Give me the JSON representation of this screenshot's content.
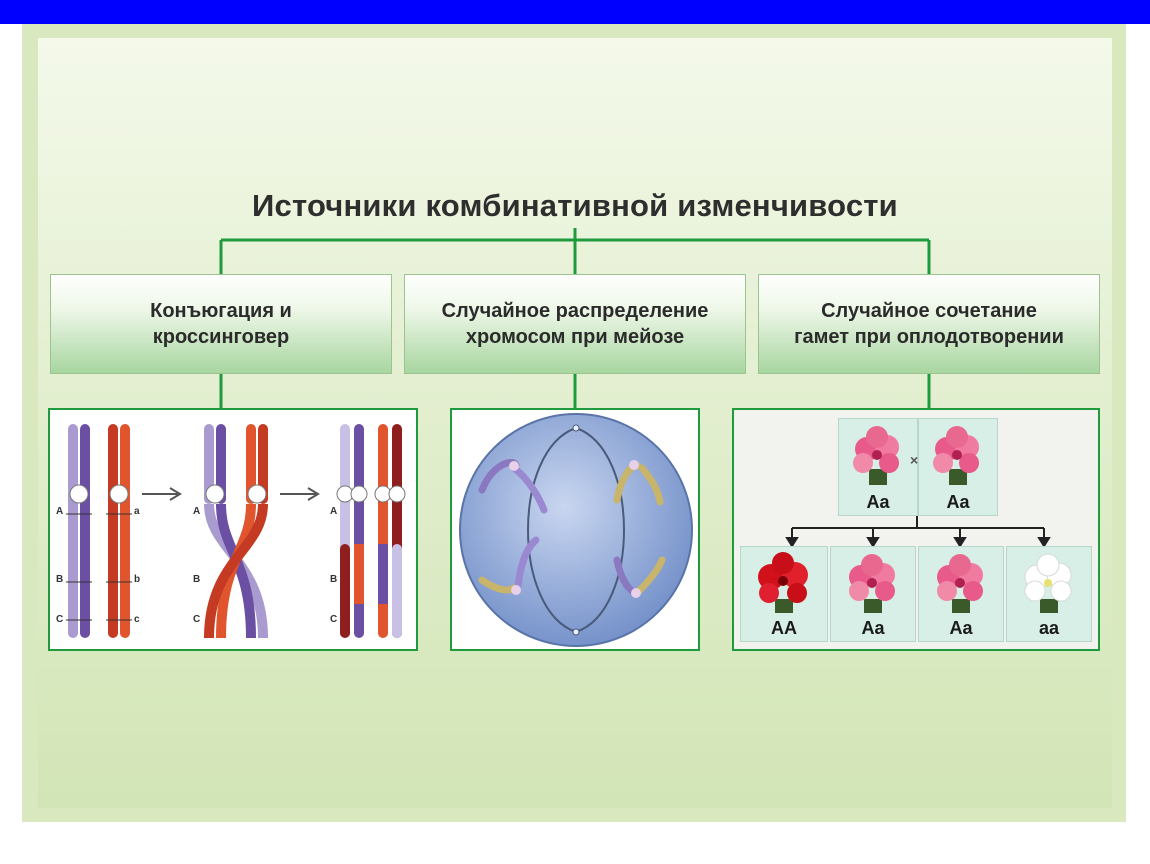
{
  "title": "Источники комбинативной изменчивости",
  "boxes": [
    {
      "text_1": "Конъюгация и",
      "text_2": "кроссинговер"
    },
    {
      "text_1": "Случайное распределение",
      "text_2": "хромосом при мейозе"
    },
    {
      "text_1": "Случайное сочетание",
      "text_2": "гамет при оплодотворении"
    }
  ],
  "crossing": {
    "cross_sign": "×",
    "parents": [
      "Aa",
      "Aa"
    ],
    "offspring": [
      "AA",
      "Aa",
      "Aa",
      "aa"
    ]
  },
  "gene_letters": {
    "upper": [
      "A",
      "B",
      "C"
    ],
    "lower": [
      "a",
      "b",
      "c"
    ]
  },
  "colors": {
    "accent_line": "#1f9a3c",
    "top_bar": "#0000ff",
    "purple": "#6a4fa3",
    "red": "#d0402a",
    "cell": "#8fa7d8"
  }
}
